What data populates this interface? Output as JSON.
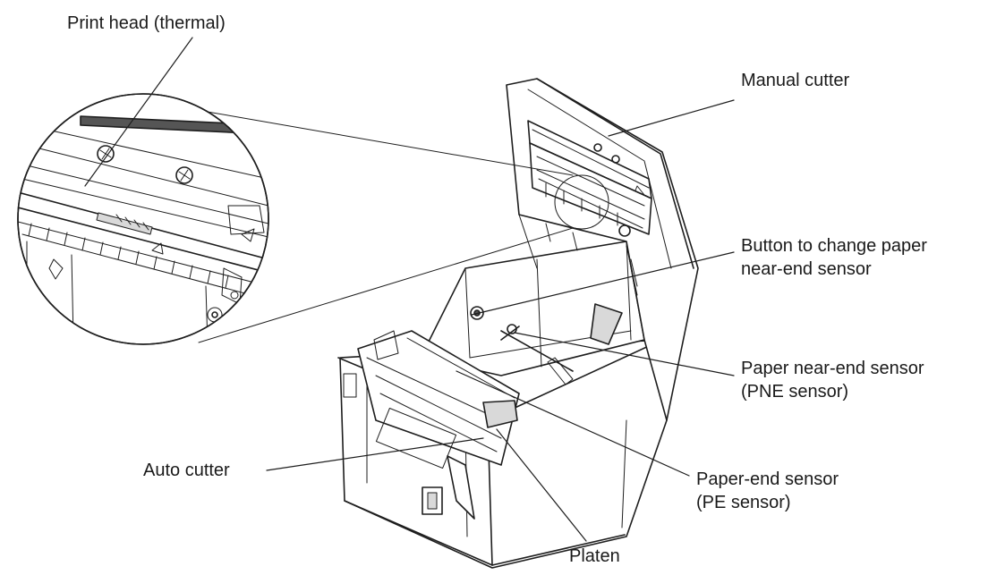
{
  "labels": {
    "print_head": "Print head (thermal)",
    "manual_cutter": "Manual cutter",
    "button_line1": "Button to change paper",
    "button_line2": "near-end sensor",
    "pne_line1": "Paper near-end sensor",
    "pne_line2": "(PNE sensor)",
    "auto_cutter": "Auto cutter",
    "pe_line1": "Paper-end sensor",
    "pe_line2": "(PE sensor)",
    "platen": "Platen"
  },
  "colors": {
    "ink": "#1e1e1e",
    "background": "#ffffff"
  }
}
